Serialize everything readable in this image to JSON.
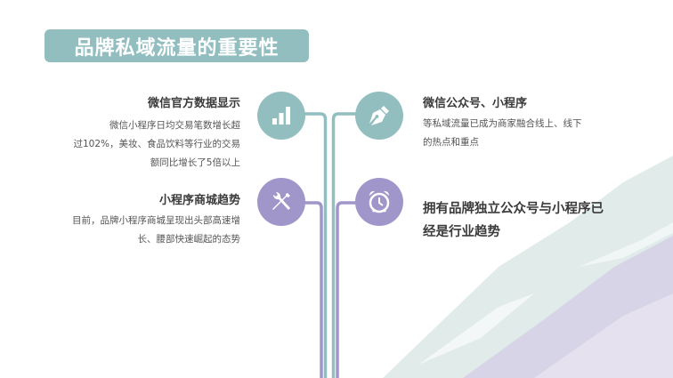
{
  "title": "品牌私域流量的重要性",
  "colors": {
    "teal": "#92bec0",
    "purple": "#a196c9",
    "text": "#3b3b3b"
  },
  "items": [
    {
      "heading": "微信官方数据显示",
      "lines": [
        "微信小程序日均交易笔数增长超",
        "过102%，美妆、食品饮料等行业的交易",
        "额同比增长了5倍以上"
      ],
      "icon": "bar-chart-icon"
    },
    {
      "heading": "微信公众号、小程序",
      "lines": [
        "等私域流量已成为商家融合线上、线下",
        "的热点和重点"
      ],
      "icon": "pen-nib-icon"
    },
    {
      "heading": "小程序商城趋势",
      "lines": [
        "目前，品牌小程序商城呈现出头部高速增",
        "长、腰部快速崛起的态势"
      ],
      "icon": "tools-icon"
    },
    {
      "heading": "",
      "lines": [
        "拥有品牌独立公众号与小程序已",
        "经是行业趋势"
      ],
      "icon": "alarm-clock-icon"
    }
  ]
}
